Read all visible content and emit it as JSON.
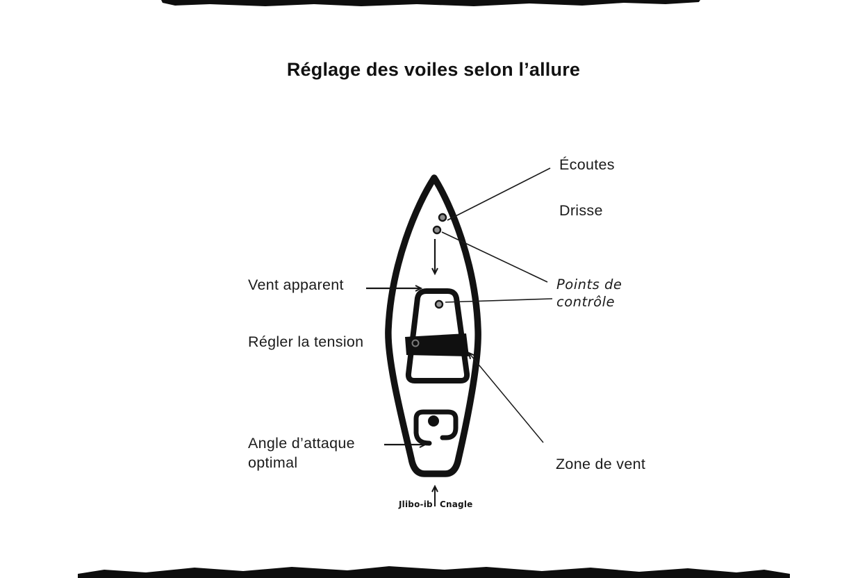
{
  "title": "Réglage des voiles selon l’allure",
  "labels": {
    "ecoutes": "Écoutes",
    "drisse": "Drisse",
    "points_line1": "Points de",
    "points_line2": "contrôle",
    "vent_apparent": "Vent apparent",
    "regler_tension": "Régler la tension",
    "angle_line1": "Angle d’attaque",
    "angle_line2": "optimal",
    "zone_de_vent": "Zone de vent",
    "caption_left": "Jlibo-ib",
    "caption_right": "Cnagle"
  },
  "colors": {
    "ink": "#141414",
    "text": "#1b1b1b"
  },
  "icons": {
    "boat": "top-down-sailboat-sketch",
    "arrows": "thin-open-arrowheads"
  }
}
